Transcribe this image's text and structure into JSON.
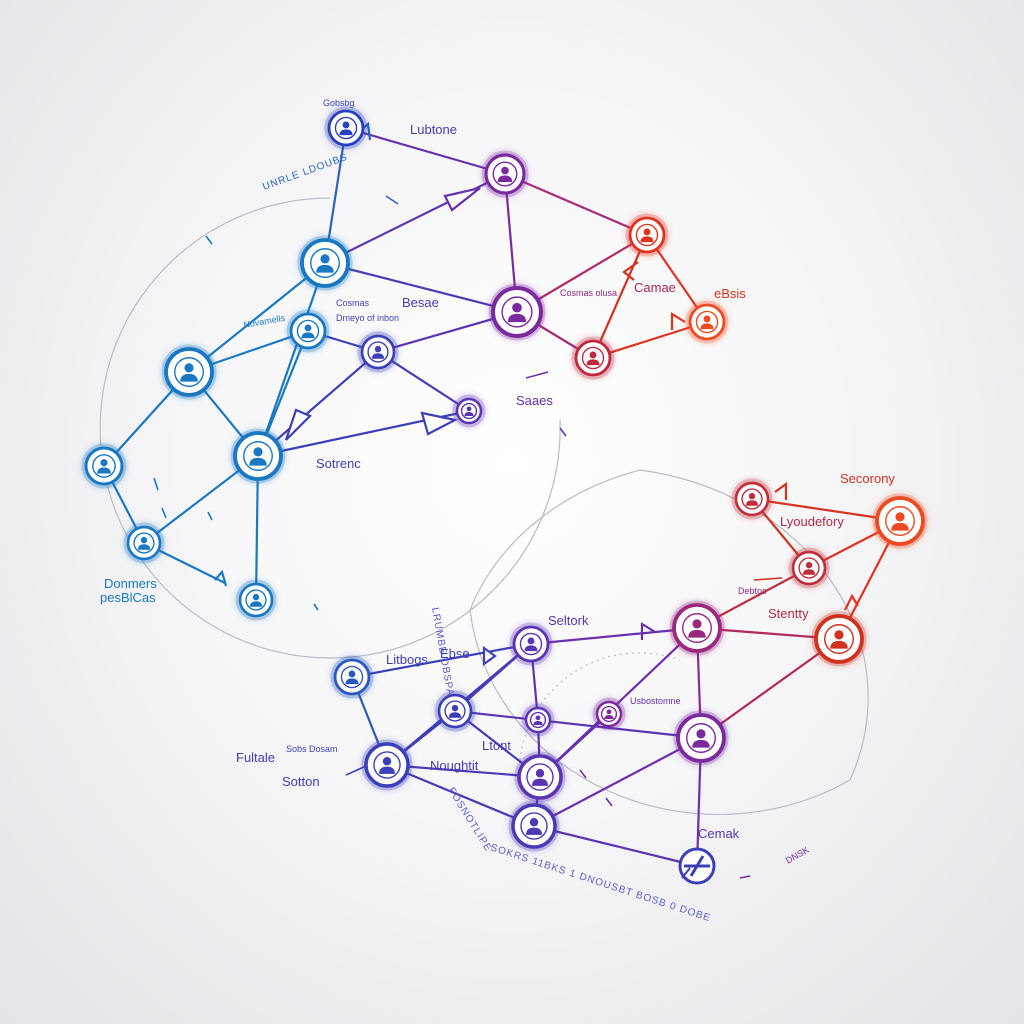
{
  "colors": {
    "blue": "#1a78c2",
    "indigo": "#3d3fb8",
    "purple": "#7b2a9e",
    "red": "#e0321e",
    "orange": "#ee4a22",
    "guide": "#b5b8bf"
  },
  "icon": "person-icon",
  "labels": {
    "top_small": "Gobsbg",
    "top_right": "Lubtone",
    "blue_rotated": "UNRLE LDOUBS",
    "network_mid": "Novamells",
    "mid_small_a": "Cosmas",
    "mid_small_b": "Dmeyo of inbon",
    "besae": "Besae",
    "cosmas_purple": "Cosmas olusa",
    "camae": "Camae",
    "ebsis": "eBsis",
    "sotrenc": "Sotrenc",
    "sages": "Saaes",
    "domm": "Donmers",
    "peschlc": "pesBlCas",
    "secony": "Secorony",
    "lyoudery": "Lyoudefory",
    "debtos": "Debtos",
    "sbtork": "Seltork",
    "stenty": "Stentty",
    "litbog": "Litbogs",
    "ebpe": "Ebse",
    "fultale": "Fultale",
    "sotton_tag": "Sobs Dosam",
    "sotton": "Sotton",
    "ulcotenz": "Usbostomne",
    "ltont": "Ltont",
    "noughtit": "Noughtit",
    "cemak": "Cemak",
    "bottom_arc": "SOKRS 11BKS 1 DNOUSBT BOSB 0 DOBE",
    "left_arc": "FOSNOTLIPE",
    "bottom_left_arc": "LRUMBE OBSPA",
    "bottom_right_small": "DNSK"
  }
}
